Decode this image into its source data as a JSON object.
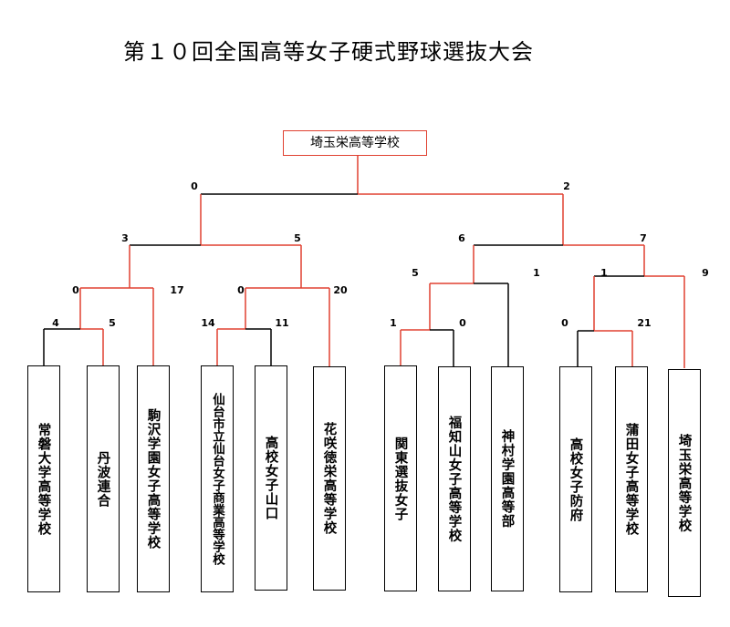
{
  "title": "第１０回全国高等女子硬式野球選抜大会",
  "champion": "埼玉栄高等学校",
  "teams": [
    "常磐大学高等学校",
    "丹波連合",
    "駒沢学園女子高等学校",
    "仙台市立仙台女子商業高等学校",
    "高校女子山口",
    "花咲徳栄高等学校",
    "関東選抜女子",
    "福知山女子高等学校",
    "神村学園高等部",
    "高校女子防府",
    "蒲田女子高等学校",
    "埼玉栄高等学校"
  ],
  "scores": {
    "final_left": "0",
    "final_right": "2",
    "semi1_left": "3",
    "semi1_right": "5",
    "semi2_left": "6",
    "semi2_right": "7",
    "qf1_left": "0",
    "qf1_right": "17",
    "qf2_left": "0",
    "qf2_right": "20",
    "qf3_left": "5",
    "qf3_right": "1",
    "qf4_left": "1",
    "qf4_right": "9",
    "r1_1_left": "4",
    "r1_1_right": "5",
    "r1_2_left": "14",
    "r1_2_right": "11",
    "r1_3_left": "1",
    "r1_3_right": "0",
    "r1_4_left": "0",
    "r1_4_right": "21"
  },
  "colors": {
    "win_line": "#e04030",
    "lose_line": "#000000"
  }
}
